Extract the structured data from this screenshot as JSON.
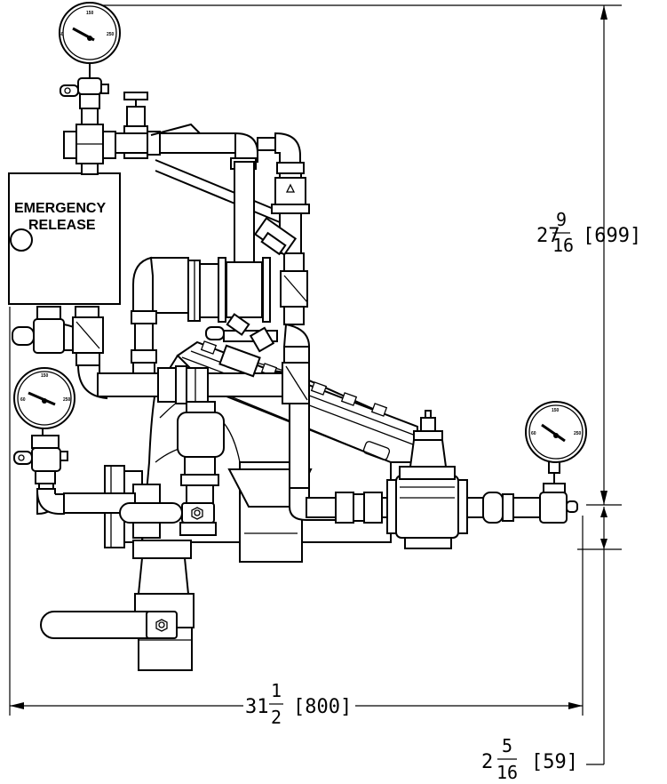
{
  "cabinet": {
    "line1": "EMERGENCY",
    "line2": "RELEASE"
  },
  "gauge_scale": {
    "low": "60",
    "mid": "150",
    "high": "250"
  },
  "dimensions": {
    "height": {
      "whole": "27",
      "num": "9",
      "den": "16",
      "metric": "[699]"
    },
    "width": {
      "whole": "31",
      "num": "1",
      "den": "2",
      "metric": "[800]"
    },
    "offset": {
      "whole": "2",
      "num": "5",
      "den": "16",
      "metric": "[59]"
    }
  }
}
